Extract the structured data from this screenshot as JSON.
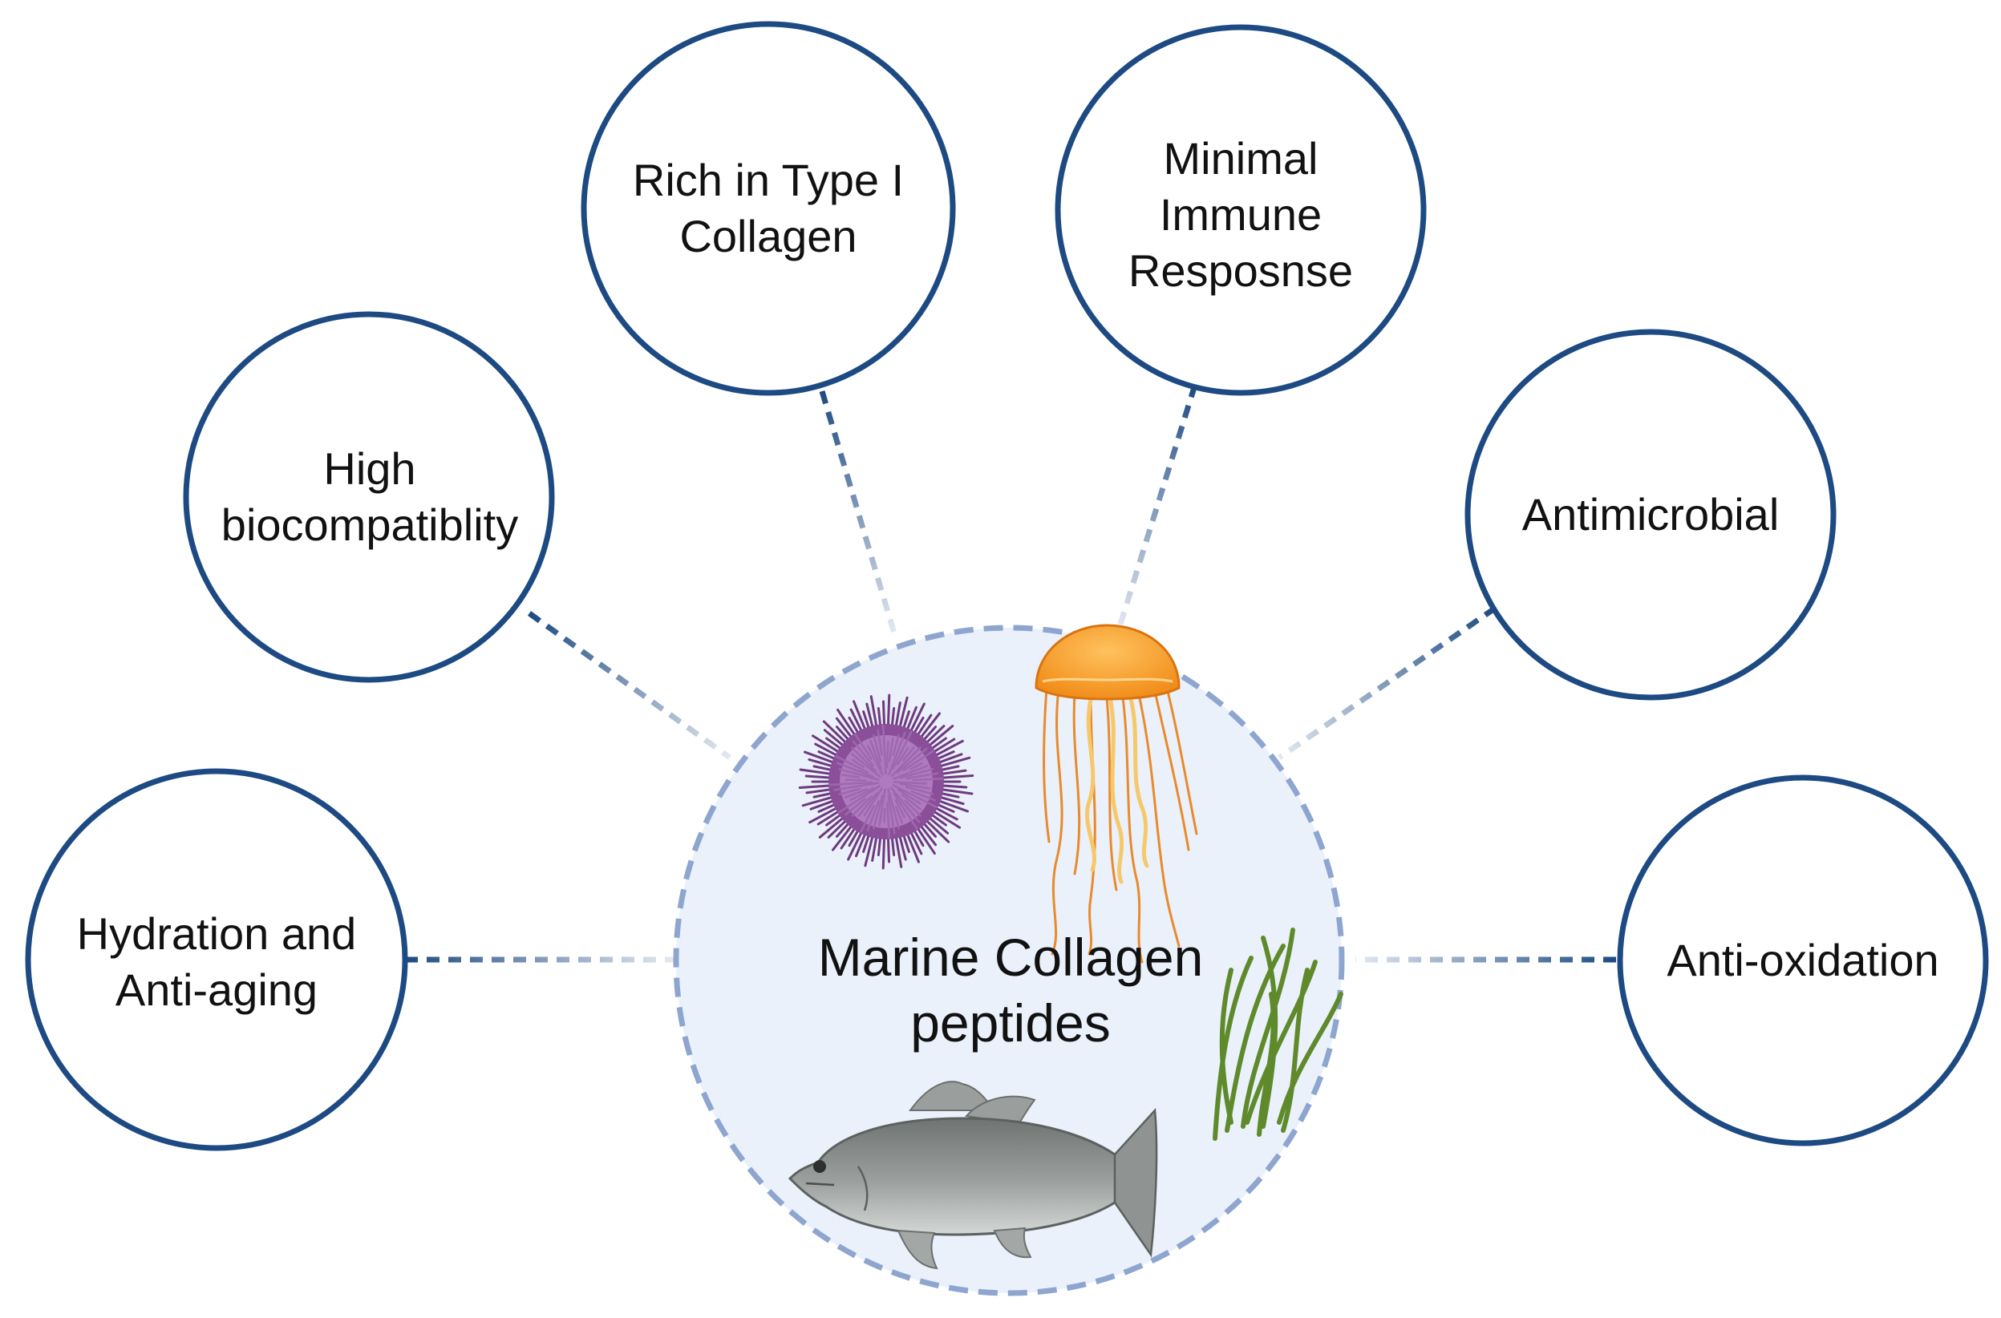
{
  "center": {
    "label": "Marine Collagen\npeptides",
    "organisms": [
      "sea-urchin-icon",
      "jellyfish-icon",
      "seagrass-icon",
      "fish-icon"
    ]
  },
  "properties": [
    {
      "id": "rich-type-i",
      "label": "Rich in Type I\nCollagen"
    },
    {
      "id": "minimal-immune",
      "label": "Minimal\nImmune\nResposnse"
    },
    {
      "id": "high-biocompat",
      "label": "High\nbiocompatiblity"
    },
    {
      "id": "antimicrobial",
      "label": "Antimicrobial"
    },
    {
      "id": "hydration",
      "label": "Hydration and\nAnti-aging"
    },
    {
      "id": "anti-oxidation",
      "label": "Anti-oxidation"
    }
  ],
  "colors": {
    "circle_stroke": "#1d4a82",
    "center_fill": "#eaf1fb",
    "center_stroke": "#8ea6cf",
    "connector": "#1d4a82"
  }
}
